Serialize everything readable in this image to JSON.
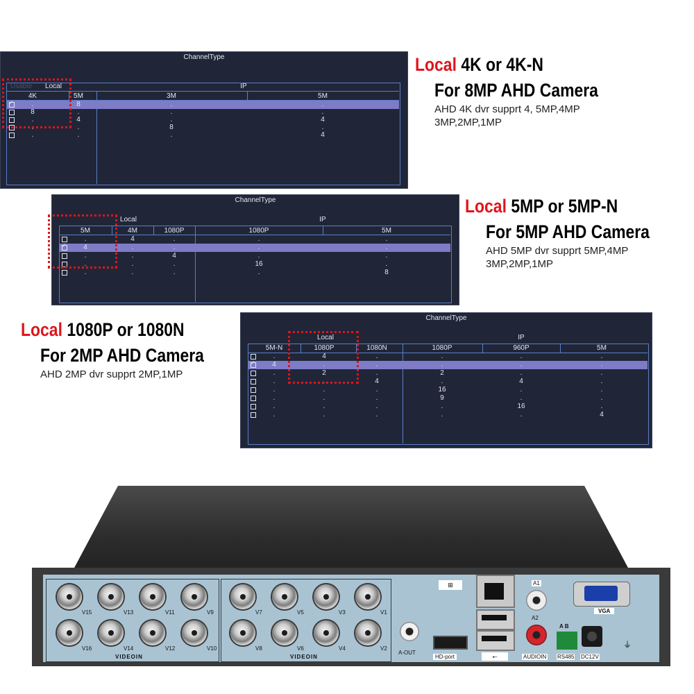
{
  "panels": {
    "p1": {
      "title": "ChannelType",
      "group_local": "Local",
      "group_ip": "IP",
      "ghost": "Usable",
      "cols": [
        "4K",
        "5M",
        "3M",
        "5M"
      ],
      "rows": [
        {
          "checked": true,
          "cells": [
            ".",
            "8",
            ".",
            "."
          ]
        },
        {
          "checked": false,
          "cells": [
            "8",
            ".",
            ".",
            "."
          ]
        },
        {
          "checked": false,
          "cells": [
            ".",
            "4",
            ".",
            "4"
          ]
        },
        {
          "checked": false,
          "cells": [
            ".",
            ".",
            "8",
            "."
          ]
        },
        {
          "checked": false,
          "cells": [
            ".",
            ".",
            ".",
            "4"
          ]
        }
      ]
    },
    "p2": {
      "title": "ChannelType",
      "group_local": "Local",
      "group_ip": "IP",
      "cols": [
        "5M",
        "4M",
        "1080P",
        "1080P",
        "5M"
      ],
      "rows": [
        {
          "checked": false,
          "cells": [
            ".",
            "4",
            ".",
            ".",
            "."
          ]
        },
        {
          "checked": true,
          "cells": [
            "4",
            ".",
            ".",
            ".",
            "."
          ]
        },
        {
          "checked": false,
          "cells": [
            ".",
            ".",
            "4",
            ".",
            "."
          ]
        },
        {
          "checked": false,
          "cells": [
            ".",
            ".",
            ".",
            "16",
            "."
          ]
        },
        {
          "checked": false,
          "cells": [
            ".",
            ".",
            ".",
            ".",
            "8"
          ]
        }
      ]
    },
    "p3": {
      "title": "ChannelType",
      "group_local": "Local",
      "group_ip": "IP",
      "cols": [
        "5M-N",
        "1080P",
        "1080N",
        "1080P",
        "960P",
        "5M"
      ],
      "rows": [
        {
          "checked": false,
          "cells": [
            ".",
            "4",
            ".",
            ".",
            ".",
            "."
          ]
        },
        {
          "checked": true,
          "cells": [
            "4",
            ".",
            ".",
            ".",
            ".",
            "."
          ]
        },
        {
          "checked": false,
          "cells": [
            ".",
            "2",
            ".",
            "2",
            ".",
            "."
          ]
        },
        {
          "checked": false,
          "cells": [
            ".",
            ".",
            "4",
            ".",
            "4",
            "."
          ]
        },
        {
          "checked": false,
          "cells": [
            ".",
            ".",
            ".",
            "16",
            ".",
            "."
          ]
        },
        {
          "checked": false,
          "cells": [
            ".",
            ".",
            ".",
            "9",
            ".",
            "."
          ]
        },
        {
          "checked": false,
          "cells": [
            ".",
            ".",
            ".",
            ".",
            "16",
            "."
          ]
        },
        {
          "checked": false,
          "cells": [
            ".",
            ".",
            ".",
            ".",
            ".",
            "4"
          ]
        }
      ]
    }
  },
  "captions": {
    "c1": {
      "local": "Local",
      "mode": " 4K or 4K-N",
      "line2": "For 8MP AHD Camera",
      "desc1": "AHD 4K dvr supprt 4, 5MP,4MP",
      "desc2": "3MP,2MP,1MP"
    },
    "c2": {
      "local": "Local",
      "mode": " 5MP or 5MP-N",
      "line2": "For 5MP AHD Camera",
      "desc1": "AHD 5MP dvr supprt 5MP,4MP",
      "desc2": "3MP,2MP,1MP"
    },
    "c3": {
      "local": "Local",
      "mode": " 1080P or 1080N",
      "line2": "For 2MP AHD Camera",
      "desc1": "AHD 2MP dvr supprt 2MP,1MP"
    }
  },
  "device": {
    "video_top_left": [
      "V15",
      "V13",
      "V11",
      "V9"
    ],
    "video_bot_left": [
      "V16",
      "V14",
      "V12",
      "V10"
    ],
    "video_top_right": [
      "V7",
      "V5",
      "V3",
      "V1"
    ],
    "video_bot_right": [
      "V8",
      "V6",
      "V4",
      "V2"
    ],
    "videoin": "VIDEOIN",
    "aout": "A-OUT",
    "hdport": "HD-port",
    "a1": "A1",
    "a2": "A2",
    "audioin": "AUDIOIN",
    "vga": "VGA",
    "rs485": "RS485",
    "ab": "A  B",
    "dc12v": "DC12V"
  },
  "colors": {
    "accent_red": "#e0141b",
    "panel_bg": "#202638",
    "grid": "#5a7fc6",
    "highlight": "#7e7cc6"
  }
}
